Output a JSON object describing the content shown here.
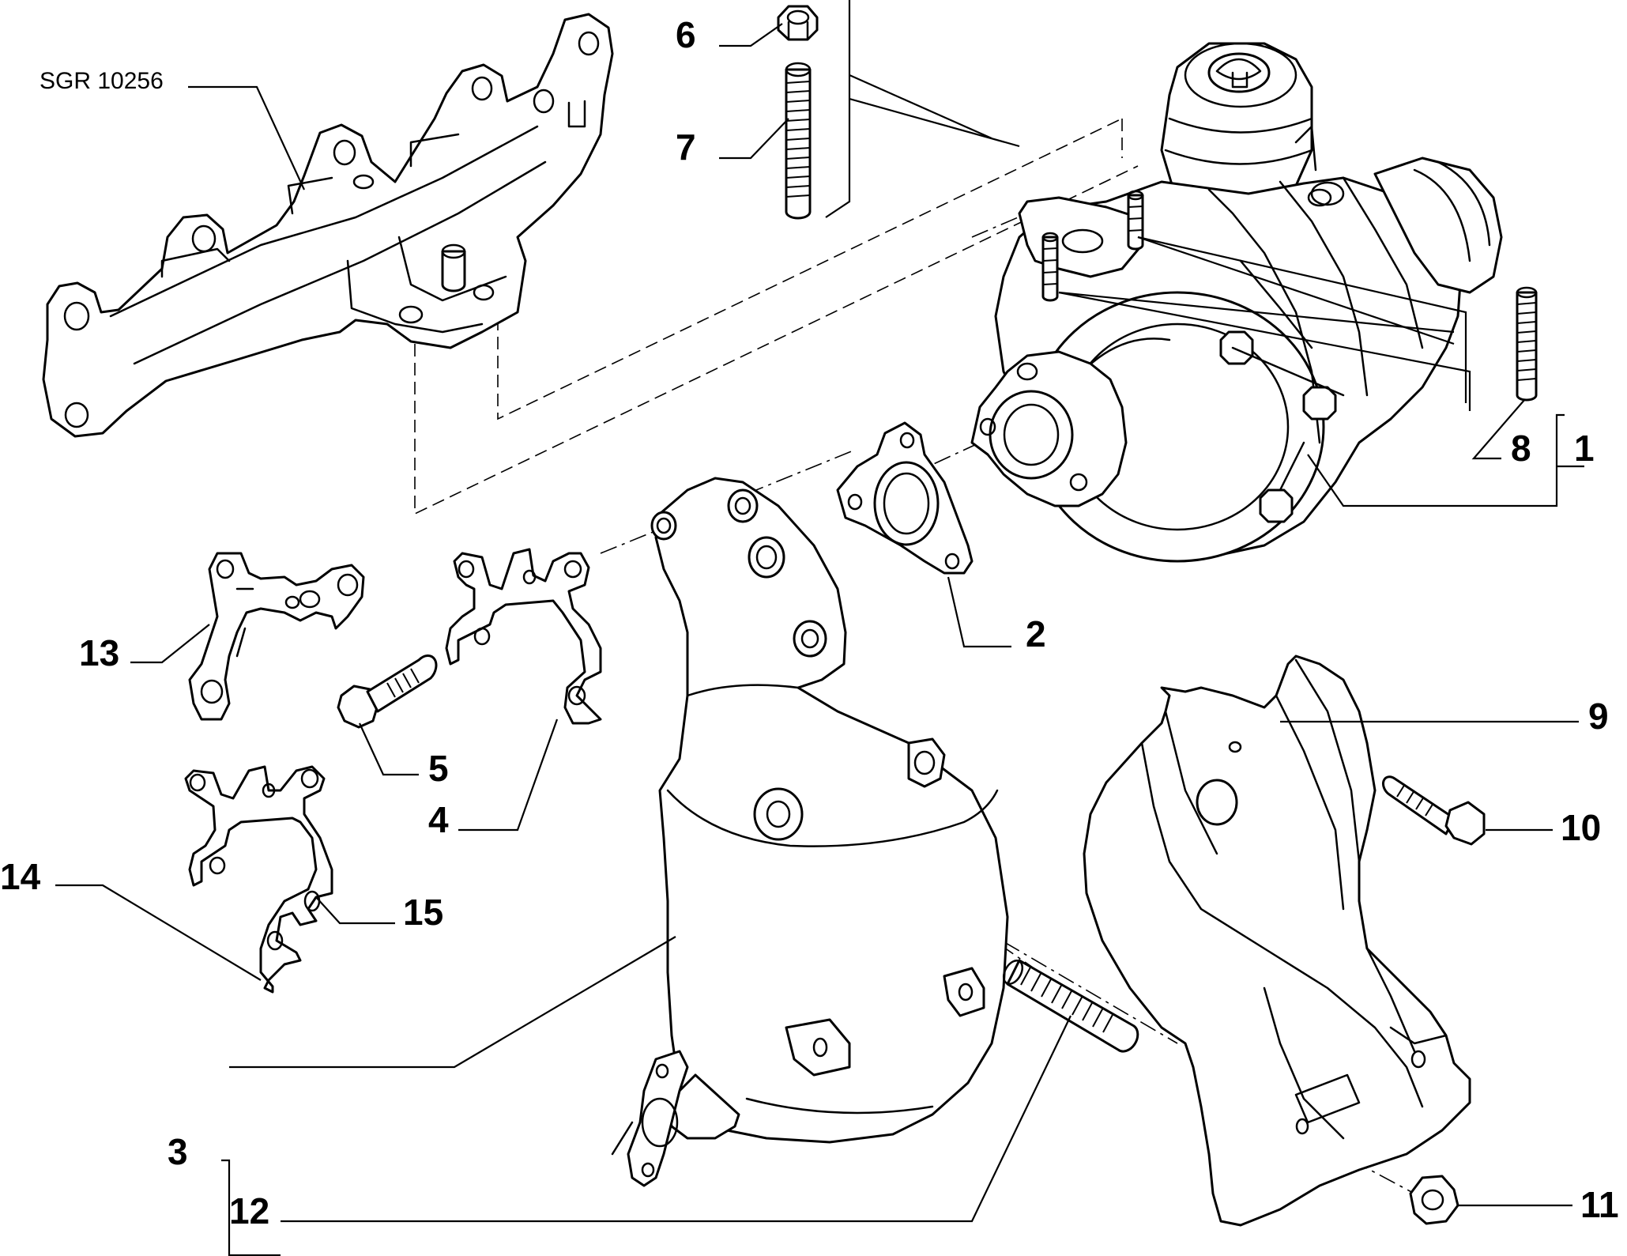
{
  "reference_code": "SGR 10256",
  "callouts": {
    "c1": "1",
    "c2": "2",
    "c3": "3",
    "c4": "4",
    "c5": "5",
    "c6": "6",
    "c7": "7",
    "c8": "8",
    "c9": "9",
    "c10": "10",
    "c11": "11",
    "c12": "12",
    "c13": "13",
    "c14": "14",
    "c15": "15"
  }
}
